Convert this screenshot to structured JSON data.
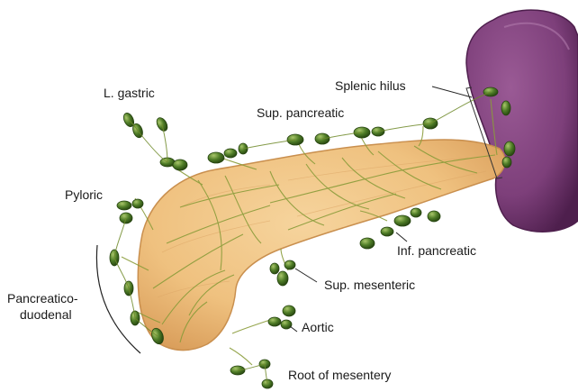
{
  "labels": {
    "l_gastric": "L. gastric",
    "sup_pancreatic": "Sup. pancreatic",
    "splenic_hilus": "Splenic hilus",
    "pyloric": "Pyloric",
    "inf_pancreatic": "Inf. pancreatic",
    "pancreatico_1": "Pancreatico-",
    "pancreatico_2": "duodenal",
    "sup_mesenteric": "Sup. mesenteric",
    "aortic": "Aortic",
    "root_mesentery": "Root of mesentery"
  },
  "colors": {
    "pancreas": "#efc17f",
    "pancreas_edge": "#c98f4e",
    "spleen": "#7d3f7a",
    "spleen_dark": "#4e1f4d",
    "node": "#3f6b1f",
    "node_highlight": "#a9c66a",
    "vessel": "#8a9c3a"
  }
}
